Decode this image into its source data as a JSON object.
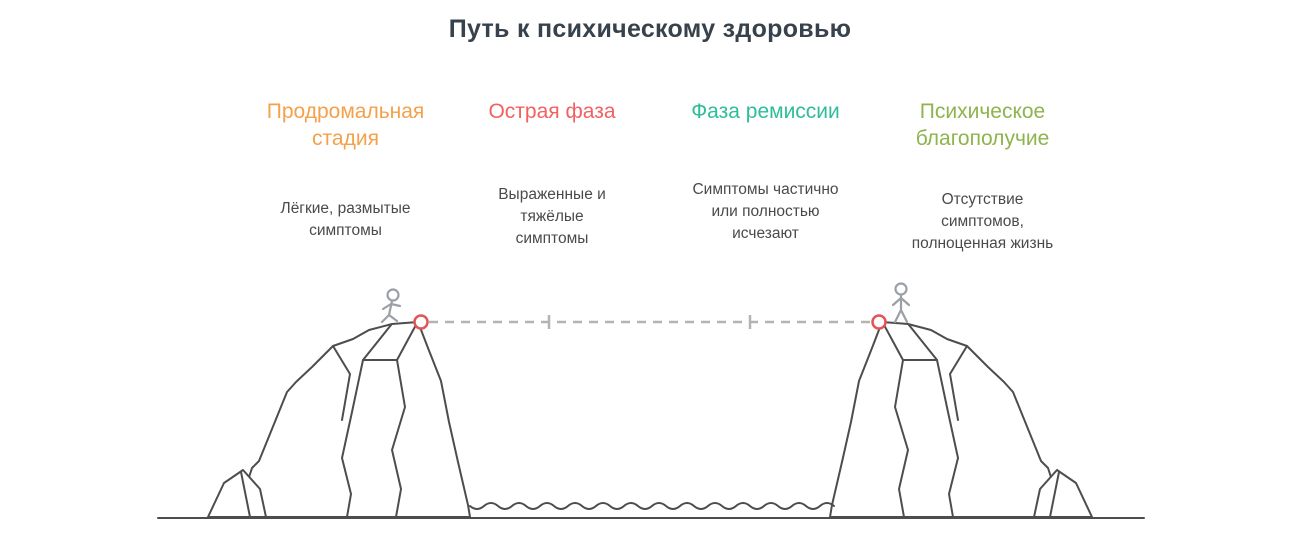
{
  "title": {
    "text": "Путь к психическому здоровью",
    "color": "#37424C"
  },
  "stages": [
    {
      "title": "Продромальная\nстадия",
      "color": "#F5A04A",
      "description": "Лёгкие, размытые\nсимптомы"
    },
    {
      "title": "Острая фаза",
      "color": "#F26161",
      "description": "Выраженные и\nтяжёлые\nсимптомы"
    },
    {
      "title": "Фаза ремиссии",
      "color": "#2EBD9B",
      "description": "Симптомы частично\nили полностью\nисчезают"
    },
    {
      "title": "Психическое\nблагополучие",
      "color": "#8FB34D",
      "description": "Отсутствие\nсимптомов,\nполноценная жизнь"
    }
  ],
  "illustration": {
    "elements": [
      "left-cliff",
      "right-cliff",
      "tightrope-line",
      "left-anchor-ring",
      "right-anchor-ring",
      "walking-figure-icon",
      "standing-figure-icon",
      "water-waves",
      "ground-line",
      "left-rock",
      "right-rock"
    ],
    "colors": {
      "ink": "#37424C",
      "body": "#4A4A4A",
      "outline": "#4D4D4D",
      "rope": "#B3B3B3",
      "anchor": "#E25555",
      "figure": "#9AA0A6"
    }
  }
}
